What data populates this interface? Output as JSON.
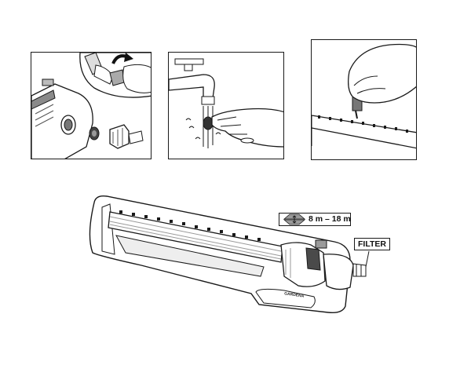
{
  "callouts": {
    "range": "8 m – 18 m",
    "filter": "FILTER"
  },
  "brand_text": "GARDENA",
  "icons": {
    "range_adjust": "up-down-arrows-icon"
  },
  "colors": {
    "line": "#1a1a1a",
    "shade": "#9a9a9a",
    "dark": "#4a4a4a"
  }
}
